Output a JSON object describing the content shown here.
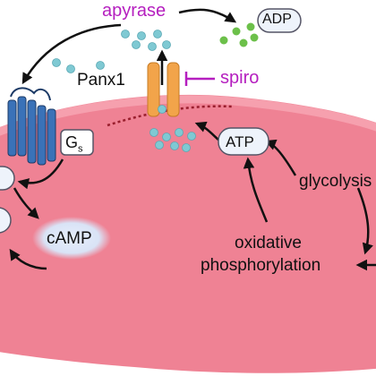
{
  "labels": {
    "apyrase": "apyrase",
    "adp": "ADP",
    "panx1": "Panx1",
    "spiro": "spiro",
    "gs_main": "G",
    "gs_sub": "s",
    "atp": "ATP",
    "camp": "cAMP",
    "glycolysis": "glycolysis",
    "oxidative_line1": "oxidative",
    "oxidative_line2": "phosphorylation"
  },
  "colors": {
    "cell_fill": "#ef8294",
    "membrane_inner": "#f6a0ae",
    "membrane_dots": "#9a1f2e",
    "purple_text": "#b51fbf",
    "atp_dot": "#7fc9d3",
    "adp_dot": "#6cc04a",
    "receptor": "#3a72b8",
    "channel": "#f2a44a",
    "arrow": "#111111",
    "camp_glow": "#dfe8f8"
  },
  "icons": {
    "receptor": "gpcr-receptor-icon",
    "channel": "pannexin-channel-icon"
  }
}
